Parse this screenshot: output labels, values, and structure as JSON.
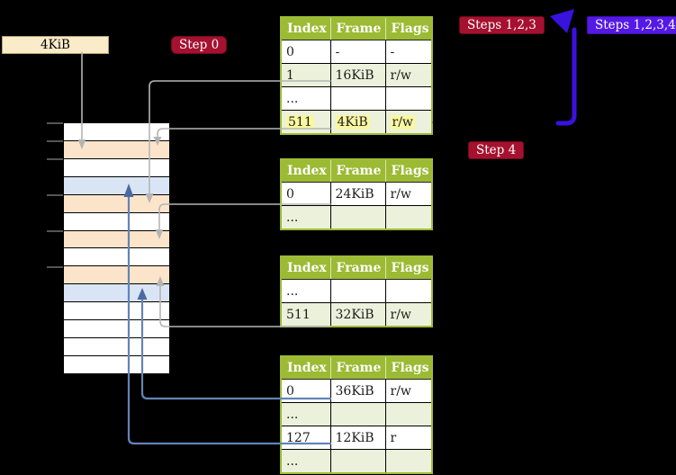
{
  "palette": {
    "cell_white": "#ffffff",
    "cell_peach": "#fce4ca",
    "cell_blue": "#d9e5f4",
    "table_green": "#9cba33",
    "border_green": "#9fbc36",
    "table_row_green": "#ebf1db",
    "highlight_yellow": "#faf7a1",
    "badge_red": "#a5112e",
    "badge_red_border": "#6f0a20",
    "badge_violet": "#5519e5",
    "arrow_violet": "#3a12de",
    "line_gray": "#b5b5b5",
    "line_blue": "#6384b6",
    "arrowhead_blue": "#4a6aa0",
    "label_cream": "#faebc9",
    "label_cream_border": "#b3a273",
    "tick_gray": "#707070",
    "text_dark": "#1c1c1c"
  },
  "labels": {
    "page_size": "4KiB"
  },
  "badges": {
    "step0": "Step 0",
    "steps123": "Steps 1,2,3",
    "steps1234": "Steps 1,2,3,4",
    "step4": "Step 4"
  },
  "tables": [
    {
      "headers": [
        "Index",
        "Frame",
        "Flags"
      ],
      "rows": [
        {
          "cells": [
            "0",
            "-",
            "-"
          ],
          "shade": "white"
        },
        {
          "cells": [
            "1",
            "16KiB",
            "r/w"
          ],
          "shade": "green"
        },
        {
          "cells": [
            "...",
            "",
            ""
          ],
          "shade": "white"
        },
        {
          "cells": [
            "511",
            "4KiB",
            "r/w"
          ],
          "shade": "green",
          "highlight": true
        }
      ]
    },
    {
      "headers": [
        "Index",
        "Frame",
        "Flags"
      ],
      "rows": [
        {
          "cells": [
            "0",
            "24KiB",
            "r/w"
          ],
          "shade": "white"
        },
        {
          "cells": [
            "...",
            "",
            ""
          ],
          "shade": "green"
        }
      ]
    },
    {
      "headers": [
        "Index",
        "Frame",
        "Flags"
      ],
      "rows": [
        {
          "cells": [
            "...",
            "",
            ""
          ],
          "shade": "white"
        },
        {
          "cells": [
            "511",
            "32KiB",
            "r/w"
          ],
          "shade": "green"
        }
      ]
    },
    {
      "headers": [
        "Index",
        "Frame",
        "Flags"
      ],
      "rows": [
        {
          "cells": [
            "0",
            "36KiB",
            "r/w"
          ],
          "shade": "white"
        },
        {
          "cells": [
            "...",
            "",
            ""
          ],
          "shade": "green"
        },
        {
          "cells": [
            "127",
            "12KiB",
            "r"
          ],
          "shade": "white"
        },
        {
          "cells": [
            "...",
            "",
            ""
          ],
          "shade": "green"
        }
      ]
    }
  ],
  "memory_column": {
    "rows": [
      {
        "color": "#ffffff"
      },
      {
        "color": "#fce4ca"
      },
      {
        "color": "#ffffff"
      },
      {
        "color": "#d9e5f4"
      },
      {
        "color": "#fce4ca"
      },
      {
        "color": "#ffffff"
      },
      {
        "color": "#fce4ca"
      },
      {
        "color": "#ffffff"
      },
      {
        "color": "#fce4ca"
      },
      {
        "color": "#d9e5f4"
      },
      {
        "color": "#ffffff"
      },
      {
        "color": "#ffffff"
      },
      {
        "color": "#ffffff"
      },
      {
        "color": "#ffffff"
      }
    ]
  }
}
